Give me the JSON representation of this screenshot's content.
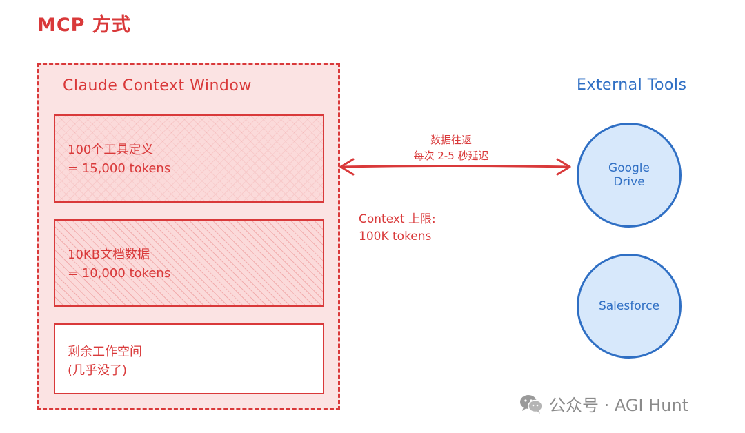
{
  "title": "MCP 方式",
  "context_window": {
    "label": "Claude Context Window",
    "blocks": [
      {
        "line1": "100个工具定义",
        "line2": "= 15,000 tokens"
      },
      {
        "line1": "10KB文档数据",
        "line2": "= 10,000 tokens"
      },
      {
        "line1": "剩余工作空间",
        "line2": "(几乎没了)"
      }
    ]
  },
  "round_trip": {
    "line1": "数据往返",
    "line2": "每次 2-5 秒延迟"
  },
  "context_limit": {
    "line1": "Context 上限:",
    "line2": "100K tokens"
  },
  "external_tools": {
    "label": "External Tools",
    "google_drive": {
      "line1": "Google",
      "line2": "Drive"
    },
    "salesforce": {
      "line1": "Salesforce"
    }
  },
  "watermark": {
    "text": "公众号 · AGI Hunt",
    "icon": "wechat-icon"
  },
  "colors": {
    "red": "#d9393a",
    "red_fill": "#fbe3e3",
    "blue": "#2f6fc4",
    "blue_fill": "#d7e8fb",
    "gray": "#8a8a8a"
  }
}
